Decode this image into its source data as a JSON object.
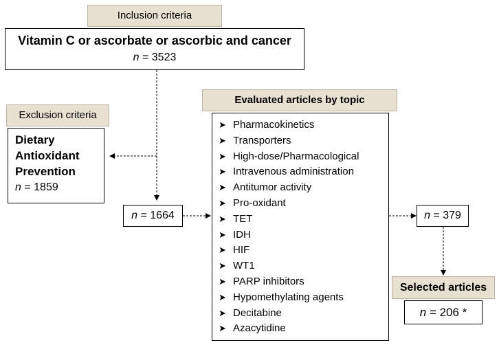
{
  "inclusion": {
    "label": "Inclusion criteria",
    "query": "Vitamin C or ascorbate or ascorbic and cancer",
    "n_symbol": "n",
    "n_value": "3523"
  },
  "exclusion": {
    "label": "Exclusion criteria",
    "terms": [
      "Dietary",
      "Antioxidant",
      "Prevention"
    ],
    "n_symbol": "n",
    "n_value": "1859"
  },
  "remaining": {
    "n_symbol": "n",
    "n_value": "1664"
  },
  "evaluated": {
    "label": "Evaluated articles by topic",
    "topics": [
      "Pharmacokinetics",
      "Transporters",
      "High-dose/Pharmacological",
      "Intravenous administration",
      "Antitumor activity",
      "Pro-oxidant",
      "TET",
      "IDH",
      "HIF",
      "WT1",
      "PARP inhibitors",
      "Hypomethylating agents",
      "Decitabine",
      "Azacytidine"
    ]
  },
  "after_topic": {
    "n_symbol": "n",
    "n_value": "379"
  },
  "selected": {
    "label": "Selected articles",
    "n_symbol": "n",
    "n_value": "206 *"
  },
  "equals": "="
}
